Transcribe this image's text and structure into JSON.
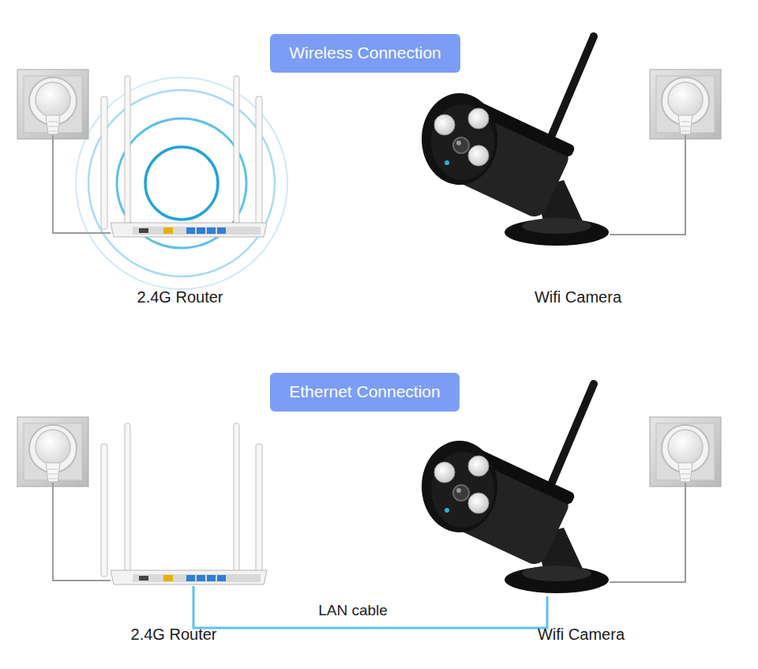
{
  "diagram": {
    "nodes": [
      {
        "text": [
          "Wireless Connection"
        ]
      },
      {
        "text": [
          "2.4G Router"
        ]
      },
      {
        "text": [
          "Wifi Camera"
        ]
      },
      {
        "text": [
          "Ethernet Connection"
        ]
      },
      {
        "text": [
          "2.4G Router"
        ]
      },
      {
        "text": [
          "Wifi Camera"
        ]
      }
    ],
    "edges": [
      {
        "from": 4,
        "to": 5,
        "arrow": "none",
        "label": "LAN cable"
      }
    ]
  }
}
